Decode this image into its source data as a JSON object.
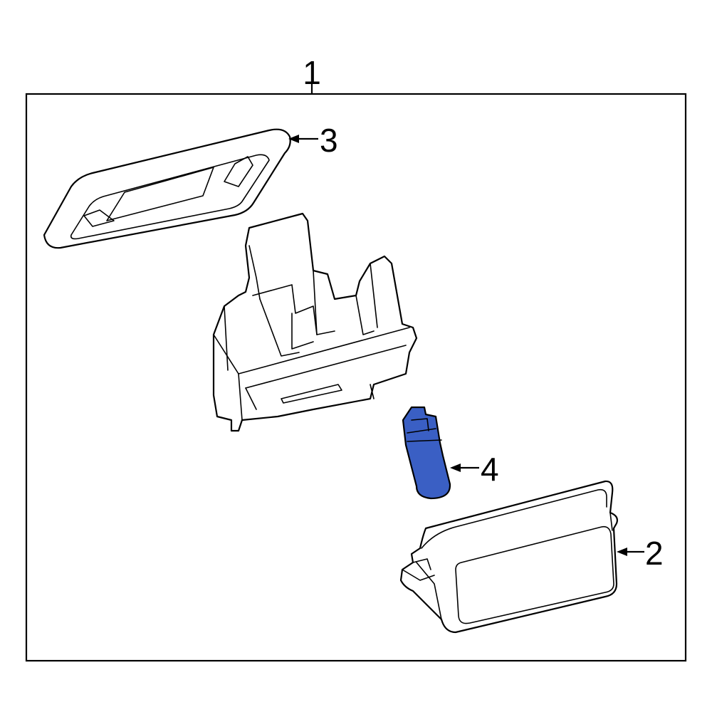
{
  "callouts": {
    "assembly": "1",
    "lens": "2",
    "gasket": "3",
    "bulb": "4"
  },
  "colors": {
    "highlight": "#3a5fc4",
    "line": "#000000",
    "background": "#ffffff"
  }
}
